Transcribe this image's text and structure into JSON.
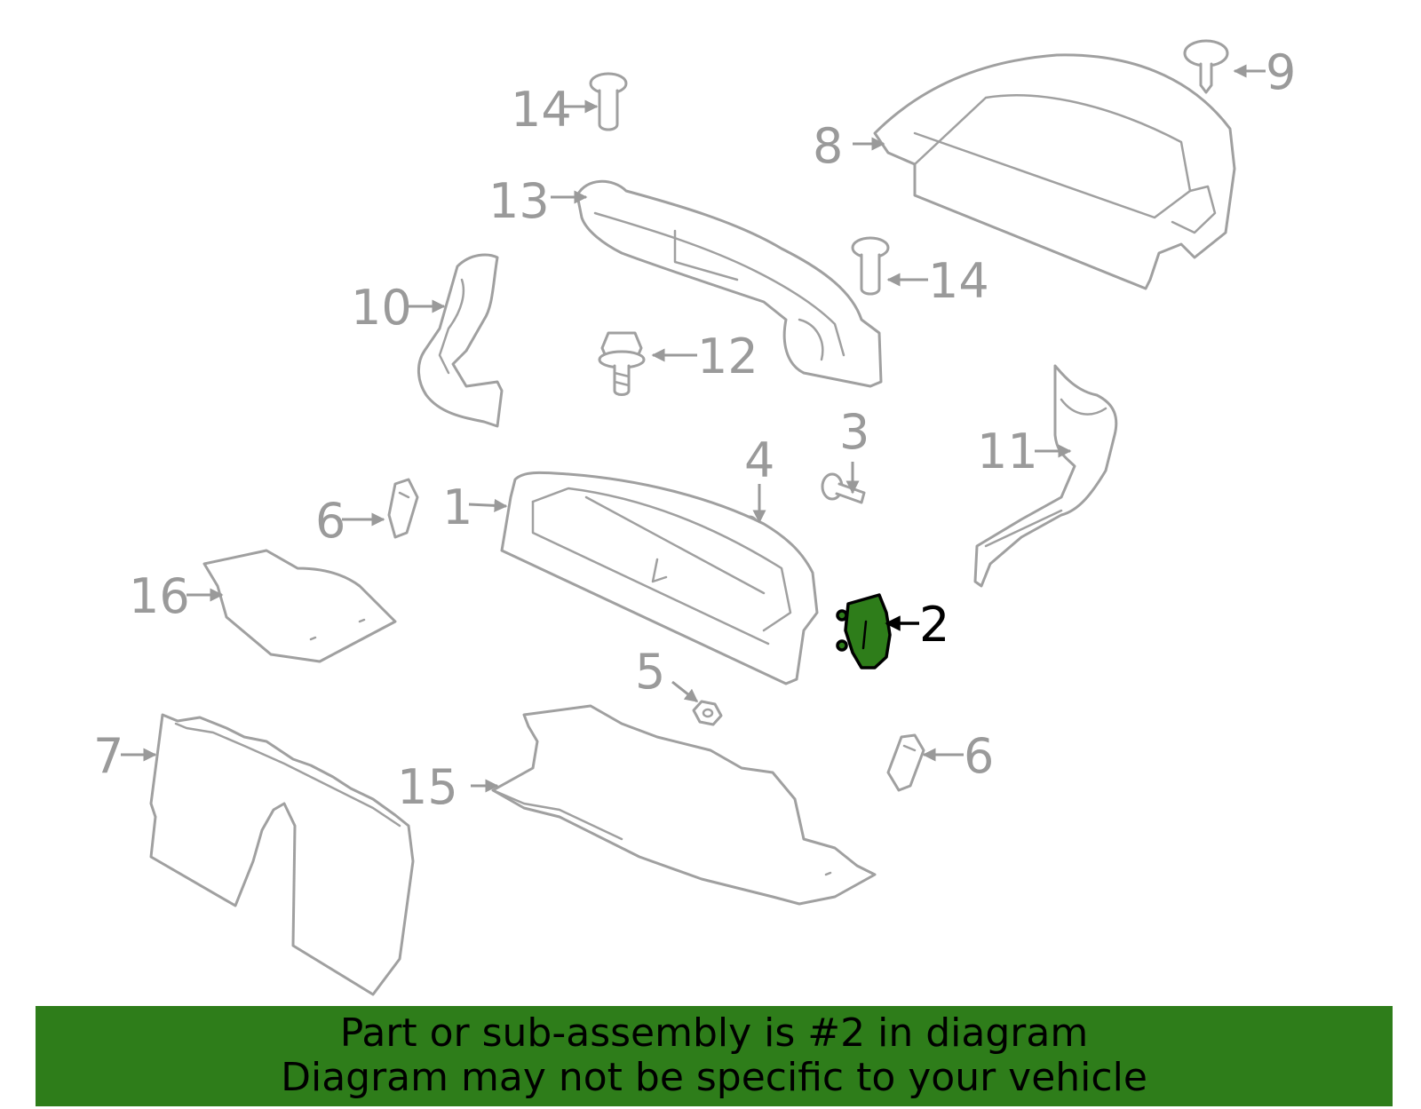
{
  "callouts": {
    "c1": "1",
    "c2": "2",
    "c3": "3",
    "c4": "4",
    "c5": "5",
    "c6a": "6",
    "c6b": "6",
    "c7": "7",
    "c8": "8",
    "c9": "9",
    "c10": "10",
    "c11": "11",
    "c12": "12",
    "c13": "13",
    "c14a": "14",
    "c14b": "14",
    "c15": "15",
    "c16": "16"
  },
  "highlighted_part": "2",
  "banner": {
    "line1": "Part or sub-assembly is #2 in diagram",
    "line2": "Diagram may not be specific to your vehicle"
  },
  "colors": {
    "highlight": "#2e7d1a",
    "outline": "#a0a0a0",
    "banner": "#2e7d1a"
  }
}
